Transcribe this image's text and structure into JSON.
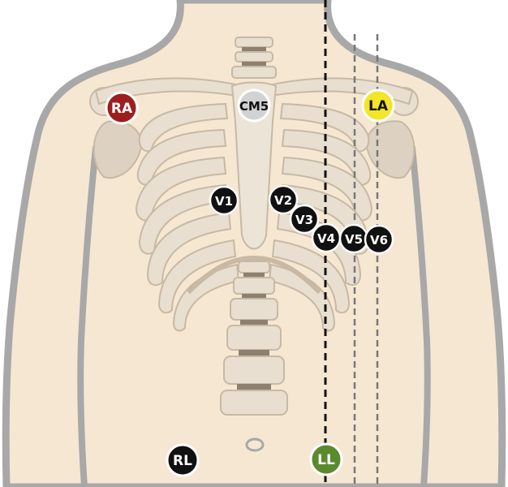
{
  "colors": {
    "skin": "#f6e7d2",
    "outline": "#a8a8a8",
    "bone": "#e8dfd0",
    "bone_shade": "#c7b9a4",
    "bone_dark": "#8e8070",
    "guide_line_main": "#111111",
    "guide_line_side": "#777777"
  },
  "electrodes": {
    "ra": {
      "label": "RA",
      "fill": "#9c1f1f",
      "text_color": "#ffffff"
    },
    "la": {
      "label": "LA",
      "fill": "#f2e52a",
      "text_color": "#111111"
    },
    "cm5": {
      "label": "CM5",
      "fill": "#d2d2d2",
      "text_color": "#111111"
    },
    "v1": {
      "label": "V1",
      "fill": "#111111",
      "text_color": "#ffffff"
    },
    "v2": {
      "label": "V2",
      "fill": "#111111",
      "text_color": "#ffffff"
    },
    "v3": {
      "label": "V3",
      "fill": "#111111",
      "text_color": "#ffffff"
    },
    "v4": {
      "label": "V4",
      "fill": "#111111",
      "text_color": "#ffffff"
    },
    "v5": {
      "label": "V5",
      "fill": "#111111",
      "text_color": "#ffffff"
    },
    "v6": {
      "label": "V6",
      "fill": "#111111",
      "text_color": "#ffffff"
    },
    "rl": {
      "label": "RL",
      "fill": "#111111",
      "text_color": "#ffffff"
    },
    "ll": {
      "label": "LL",
      "fill": "#5b8a2e",
      "text_color": "#ffffff"
    }
  }
}
